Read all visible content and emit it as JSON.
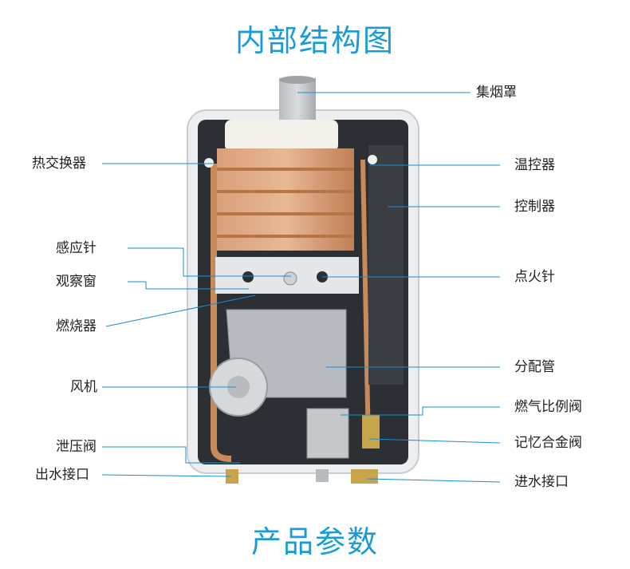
{
  "header": {
    "title": "内部结构图"
  },
  "footer": {
    "title": "产品参数"
  },
  "labels": {
    "left": [
      "热交换器",
      "感应针",
      "观察窗",
      "燃烧器",
      "风机",
      "泄压阀",
      "出水接口"
    ],
    "right": [
      "集烟罩",
      "温控器",
      "控制器",
      "点火针",
      "分配管",
      "燃气比例阀",
      "记忆合金阀",
      "进水接口"
    ]
  },
  "colors": {
    "accent": "#1a9bd7",
    "leader": "#1a8fd0",
    "copper": "#c98a5a"
  }
}
